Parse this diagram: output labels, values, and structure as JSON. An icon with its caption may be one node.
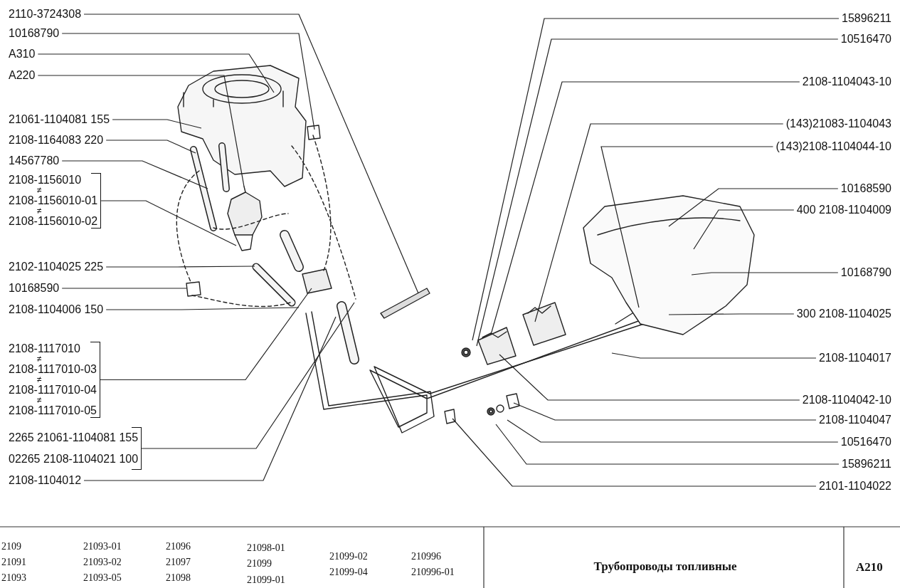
{
  "diagram": {
    "title": "Трубопроводы топливные",
    "nodes": [
      {
        "text": [
          "2110-3724308"
        ]
      },
      {
        "text": [
          "10168790"
        ]
      },
      {
        "text": [
          "A310"
        ]
      },
      {
        "text": [
          "A220"
        ]
      },
      {
        "text": [
          "21061-1104081 155"
        ]
      },
      {
        "text": [
          "2108-1164083 220"
        ]
      },
      {
        "text": [
          "14567780"
        ]
      },
      {
        "text": [
          "2108-1156010",
          "≠",
          "2108-1156010-01",
          "≠",
          "2108-1156010-02"
        ]
      },
      {
        "text": [
          "2102-1104025 225"
        ]
      },
      {
        "text": [
          "10168590"
        ]
      },
      {
        "text": [
          "2108-1104006 150"
        ]
      },
      {
        "text": [
          "2108-1117010",
          "≠",
          "2108-1117010-03",
          "≠",
          "2108-1117010-04",
          "≠",
          "2108-1117010-05"
        ]
      },
      {
        "text": [
          "2265 21061-1104081 155",
          "02265 2108-1104021 100"
        ]
      },
      {
        "text": [
          "2108-1104012"
        ]
      },
      {
        "text": [
          "15896211"
        ]
      },
      {
        "text": [
          "10516470"
        ]
      },
      {
        "text": [
          "2108-1104043-10"
        ]
      },
      {
        "text": [
          "(143)21083-1104043"
        ]
      },
      {
        "text": [
          "(143)2108-1104044-10"
        ]
      },
      {
        "text": [
          "10168590"
        ]
      },
      {
        "text": [
          "400 2108-1104009"
        ]
      },
      {
        "text": [
          "10168790"
        ]
      },
      {
        "text": [
          "300 2108-1104025"
        ]
      },
      {
        "text": [
          "2108-1104017"
        ]
      },
      {
        "text": [
          "2108-1104042-10"
        ]
      },
      {
        "text": [
          "2108-1104047"
        ]
      },
      {
        "text": [
          "10516470"
        ]
      },
      {
        "text": [
          "15896211"
        ]
      },
      {
        "text": [
          "2101-1104022"
        ]
      }
    ],
    "edges": [
      {
        "from": 0,
        "to": null,
        "arrow": "none"
      },
      {
        "from": 1,
        "to": null,
        "arrow": "none"
      },
      {
        "from": 2,
        "to": null,
        "arrow": "none"
      },
      {
        "from": 3,
        "to": null,
        "arrow": "none"
      },
      {
        "from": 4,
        "to": null,
        "arrow": "none"
      },
      {
        "from": 5,
        "to": null,
        "arrow": "none"
      },
      {
        "from": 6,
        "to": null,
        "arrow": "none"
      },
      {
        "from": 7,
        "to": null,
        "arrow": "none"
      },
      {
        "from": 8,
        "to": null,
        "arrow": "none"
      },
      {
        "from": 9,
        "to": null,
        "arrow": "none"
      },
      {
        "from": 10,
        "to": null,
        "arrow": "none"
      },
      {
        "from": 11,
        "to": null,
        "arrow": "none"
      },
      {
        "from": 12,
        "to": null,
        "arrow": "none"
      },
      {
        "from": 13,
        "to": null,
        "arrow": "none"
      },
      {
        "from": 14,
        "to": null,
        "arrow": "none"
      },
      {
        "from": 15,
        "to": null,
        "arrow": "none"
      },
      {
        "from": 16,
        "to": null,
        "arrow": "none"
      },
      {
        "from": 17,
        "to": null,
        "arrow": "none"
      },
      {
        "from": 18,
        "to": null,
        "arrow": "none"
      },
      {
        "from": 19,
        "to": null,
        "arrow": "none"
      },
      {
        "from": 20,
        "to": null,
        "arrow": "none"
      },
      {
        "from": 21,
        "to": null,
        "arrow": "none"
      },
      {
        "from": 22,
        "to": null,
        "arrow": "none"
      },
      {
        "from": 23,
        "to": null,
        "arrow": "none"
      },
      {
        "from": 24,
        "to": null,
        "arrow": "none"
      },
      {
        "from": 25,
        "to": null,
        "arrow": "none"
      },
      {
        "from": 26,
        "to": null,
        "arrow": "none"
      },
      {
        "from": 27,
        "to": null,
        "arrow": "none"
      },
      {
        "from": 28,
        "to": null,
        "arrow": "none"
      }
    ],
    "labels": [
      "2109",
      "21093-01",
      "21096",
      "21098-01",
      "21099-02",
      "210996",
      "21091",
      "21093-02",
      "21097",
      "21099",
      "21099-04",
      "210996-01",
      "21093",
      "21093-05",
      "21098",
      "21099-01",
      "A210"
    ]
  }
}
